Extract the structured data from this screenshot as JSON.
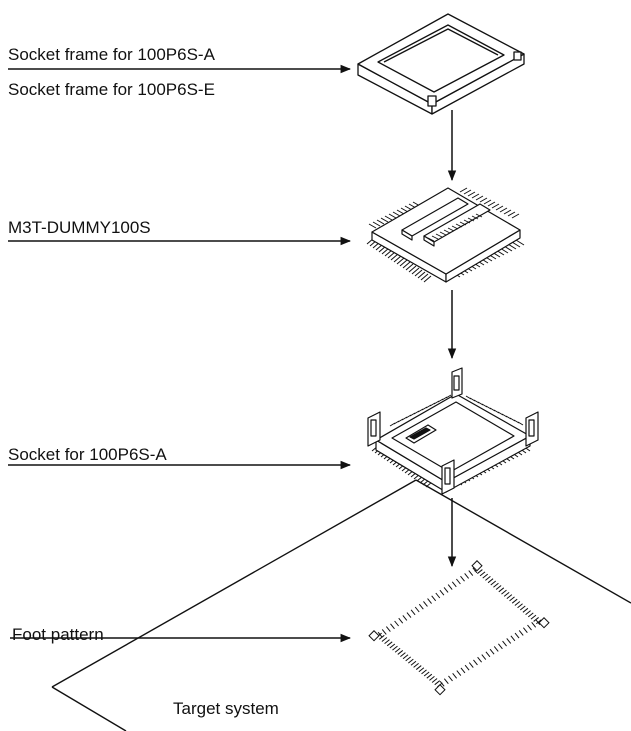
{
  "labels": {
    "socket_frame_a": "Socket frame for 100P6S-A",
    "socket_frame_e": "Socket frame for 100P6S-E",
    "dummy": "M3T-DUMMY100S",
    "socket": "Socket for 100P6S-A",
    "foot_pattern": "Foot pattern",
    "target_system": "Target system"
  },
  "colors": {
    "line": "#111111",
    "background": "#ffffff"
  }
}
